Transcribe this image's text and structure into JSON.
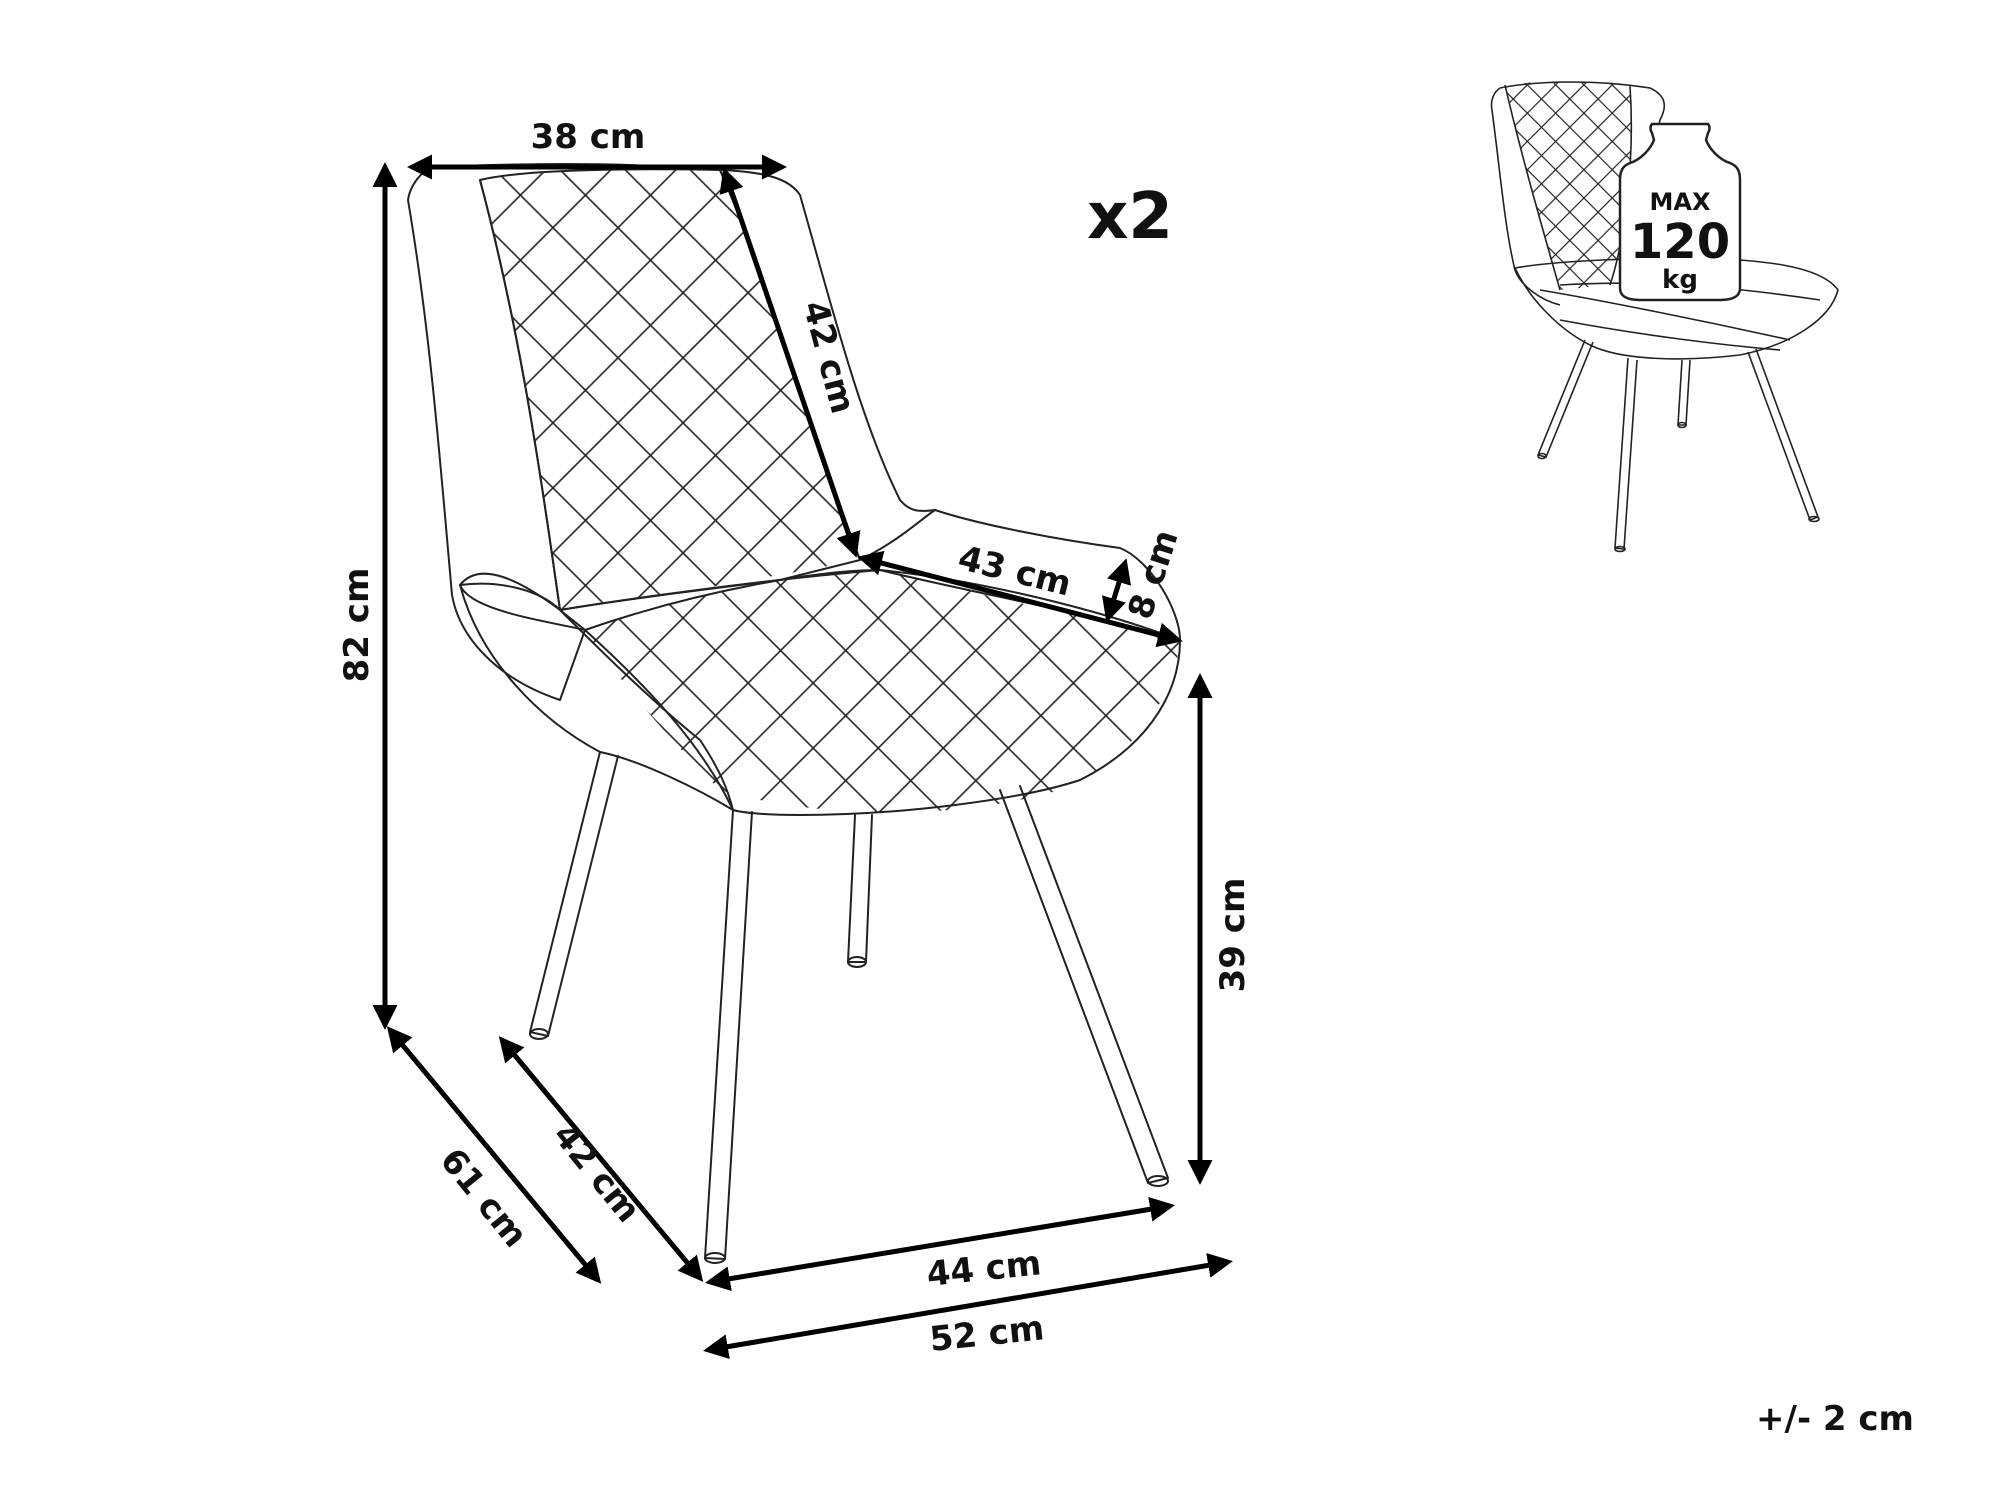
{
  "quantity_label": "x2",
  "tolerance_label": "+/- 2 cm",
  "max_load": {
    "line1": "MAX",
    "line2": "120",
    "line3": "kg"
  },
  "dimensions": {
    "backrest_width": "38 cm",
    "backrest_height": "42 cm",
    "total_height": "82 cm",
    "seat_depth": "43 cm",
    "seat_thickness": "8 cm",
    "seat_height": "39 cm",
    "total_depth": "61 cm",
    "inner_depth": "42 cm",
    "inner_width": "44 cm",
    "total_width": "52 cm"
  },
  "colors": {
    "line": "#222222",
    "arrow": "#000000",
    "text": "#111111"
  }
}
